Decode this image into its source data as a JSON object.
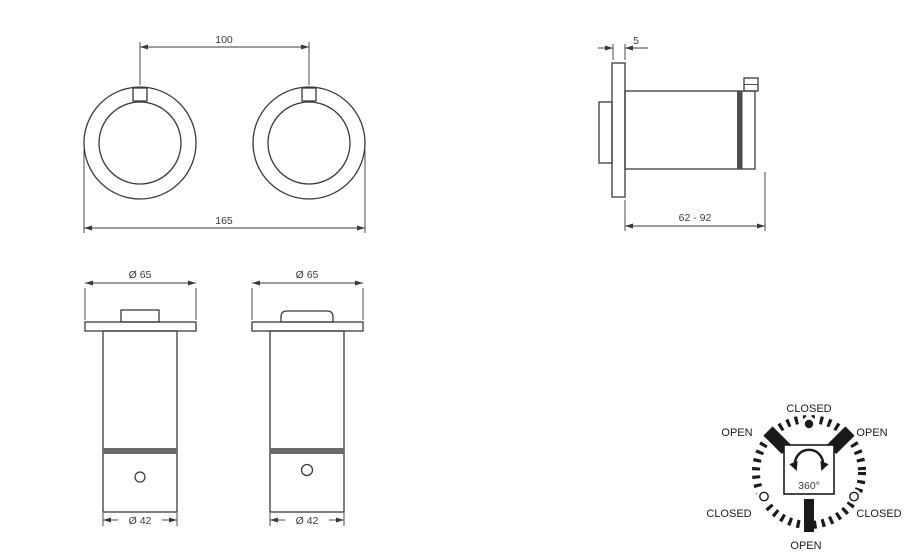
{
  "colors": {
    "background": "#ffffff",
    "line": "#3a3a3a",
    "dial": "#1a1a1a"
  },
  "front_view": {
    "dim_handle_spacing": "100",
    "dim_overall_width": "165"
  },
  "side_view": {
    "dim_plate_thickness": "5",
    "dim_depth_range": "62 - 92"
  },
  "handles": [
    {
      "dim_top_diameter": "Ø 65",
      "dim_bottom_diameter": "Ø 42"
    },
    {
      "dim_top_diameter": "Ø 65",
      "dim_bottom_diameter": "Ø 42"
    }
  ],
  "dial": {
    "rotation_label": "360°",
    "labels": {
      "top": "CLOSED",
      "upper_left": "OPEN",
      "upper_right": "OPEN",
      "lower_left": "CLOSED",
      "lower_right": "CLOSED",
      "bottom": "OPEN"
    }
  }
}
